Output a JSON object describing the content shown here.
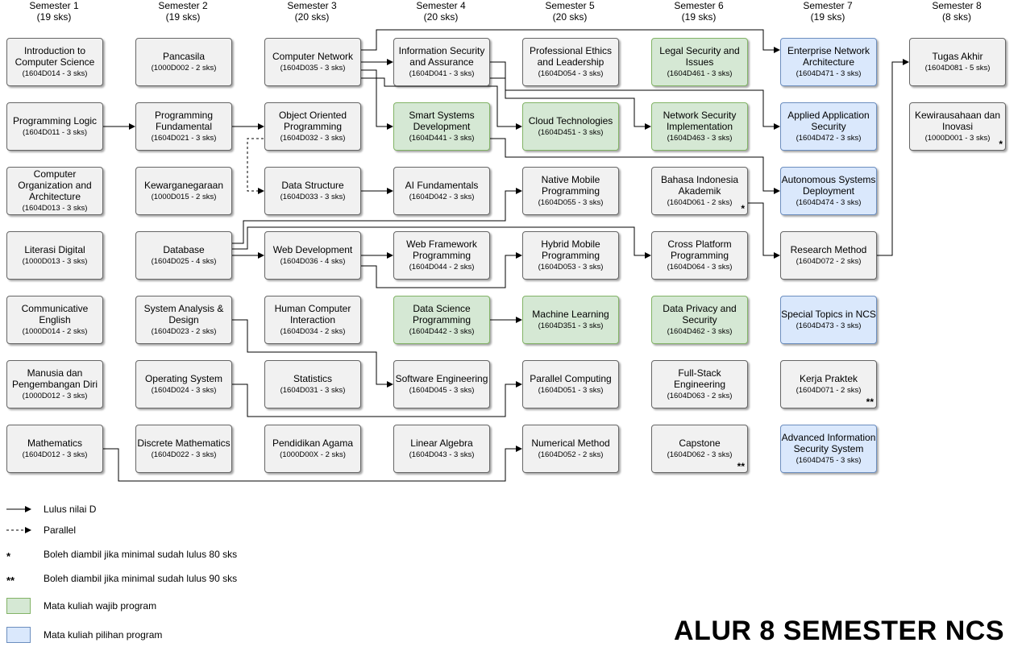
{
  "semesters": [
    {
      "name": "Semester 1",
      "sks": "(19 sks)"
    },
    {
      "name": "Semester 2",
      "sks": "(19 sks)"
    },
    {
      "name": "Semester 3",
      "sks": "(20 sks)"
    },
    {
      "name": "Semester 4",
      "sks": "(20 sks)"
    },
    {
      "name": "Semester 5",
      "sks": "(20 sks)"
    },
    {
      "name": "Semester 6",
      "sks": "(19 sks)"
    },
    {
      "name": "Semester 7",
      "sks": "(19 sks)"
    },
    {
      "name": "Semester 8",
      "sks": "(8 sks)"
    }
  ],
  "courses": [
    {
      "id": "s1r0",
      "name": "Introduction to Computer Science",
      "code": "(1604D014 - 3 sks)",
      "type": "normal",
      "mark": ""
    },
    {
      "id": "s1r1",
      "name": "Programming Logic",
      "code": "(1604D011 - 3 sks)",
      "type": "normal",
      "mark": ""
    },
    {
      "id": "s1r2",
      "name": "Computer Organization and Architecture",
      "code": "(1604D013 - 3 sks)",
      "type": "normal",
      "mark": ""
    },
    {
      "id": "s1r3",
      "name": "Literasi Digital",
      "code": "(1000D013 - 3 sks)",
      "type": "normal",
      "mark": ""
    },
    {
      "id": "s1r4",
      "name": "Communicative English",
      "code": "(1000D014 - 2 sks)",
      "type": "normal",
      "mark": ""
    },
    {
      "id": "s1r5",
      "name": "Manusia dan Pengembangan Diri",
      "code": "(1000D012 - 3 sks)",
      "type": "normal",
      "mark": ""
    },
    {
      "id": "s1r6",
      "name": "Mathematics",
      "code": "(1604D012 - 3 sks)",
      "type": "normal",
      "mark": ""
    },
    {
      "id": "s2r0",
      "name": "Pancasila",
      "code": "(1000D002 - 2 sks)",
      "type": "normal",
      "mark": ""
    },
    {
      "id": "s2r1",
      "name": "Programming Fundamental",
      "code": "(1604D021 - 3 sks)",
      "type": "normal",
      "mark": ""
    },
    {
      "id": "s2r2",
      "name": "Kewarganegaraan",
      "code": "(1000D015 - 2 sks)",
      "type": "normal",
      "mark": ""
    },
    {
      "id": "s2r3",
      "name": "Database",
      "code": "(1604D025 - 4 sks)",
      "type": "normal",
      "mark": ""
    },
    {
      "id": "s2r4",
      "name": "System Analysis & Design",
      "code": "(1604D023 - 2 sks)",
      "type": "normal",
      "mark": ""
    },
    {
      "id": "s2r5",
      "name": "Operating System",
      "code": "(1604D024 - 3 sks)",
      "type": "normal",
      "mark": ""
    },
    {
      "id": "s2r6",
      "name": "Discrete Mathematics",
      "code": "(1604D022 - 3 sks)",
      "type": "normal",
      "mark": ""
    },
    {
      "id": "s3r0",
      "name": "Computer Network",
      "code": "(1604D035 - 3 sks)",
      "type": "normal",
      "mark": ""
    },
    {
      "id": "s3r1",
      "name": "Object Oriented Programming",
      "code": "(1604D032 - 3 sks)",
      "type": "normal",
      "mark": ""
    },
    {
      "id": "s3r2",
      "name": "Data Structure",
      "code": "(1604D033 - 3 sks)",
      "type": "normal",
      "mark": ""
    },
    {
      "id": "s3r3",
      "name": "Web Development",
      "code": "(1604D036 - 4 sks)",
      "type": "normal",
      "mark": ""
    },
    {
      "id": "s3r4",
      "name": "Human Computer Interaction",
      "code": "(1604D034 - 2 sks)",
      "type": "normal",
      "mark": ""
    },
    {
      "id": "s3r5",
      "name": "Statistics",
      "code": "(1604D031 - 3 sks)",
      "type": "normal",
      "mark": ""
    },
    {
      "id": "s3r6",
      "name": "Pendidikan Agama",
      "code": "(1000D00X - 2 sks)",
      "type": "normal",
      "mark": ""
    },
    {
      "id": "s4r0",
      "name": "Information Security and Assurance",
      "code": "(1604D041 - 3 sks)",
      "type": "normal",
      "mark": ""
    },
    {
      "id": "s4r1",
      "name": "Smart Systems Development",
      "code": "(1604D441 - 3 sks)",
      "type": "wajib",
      "mark": ""
    },
    {
      "id": "s4r2",
      "name": "AI Fundamentals",
      "code": "(1604D042 - 3 sks)",
      "type": "normal",
      "mark": ""
    },
    {
      "id": "s4r3",
      "name": "Web Framework Programming",
      "code": "(1604D044 - 2 sks)",
      "type": "normal",
      "mark": ""
    },
    {
      "id": "s4r4",
      "name": "Data Science Programming",
      "code": "(1604D442 - 3 sks)",
      "type": "wajib",
      "mark": ""
    },
    {
      "id": "s4r5",
      "name": "Software Engineering",
      "code": "(1604D045 - 3 sks)",
      "type": "normal",
      "mark": ""
    },
    {
      "id": "s4r6",
      "name": "Linear Algebra",
      "code": "(1604D043 - 3 sks)",
      "type": "normal",
      "mark": ""
    },
    {
      "id": "s5r0",
      "name": "Professional Ethics and Leadership",
      "code": "(1604D054 - 3 sks)",
      "type": "normal",
      "mark": ""
    },
    {
      "id": "s5r1",
      "name": "Cloud Technologies",
      "code": "(1604D451 - 3 sks)",
      "type": "wajib",
      "mark": ""
    },
    {
      "id": "s5r2",
      "name": "Native Mobile Programming",
      "code": "(1604D055 - 3 sks)",
      "type": "normal",
      "mark": ""
    },
    {
      "id": "s5r3",
      "name": "Hybrid Mobile Programming",
      "code": "(1604D053 - 3 sks)",
      "type": "normal",
      "mark": ""
    },
    {
      "id": "s5r4",
      "name": "Machine Learning",
      "code": "(1604D351 - 3 sks)",
      "type": "wajib",
      "mark": ""
    },
    {
      "id": "s5r5",
      "name": "Parallel Computing",
      "code": "(1604D051 - 3 sks)",
      "type": "normal",
      "mark": ""
    },
    {
      "id": "s5r6",
      "name": "Numerical Method",
      "code": "(1604D052 - 2 sks)",
      "type": "normal",
      "mark": ""
    },
    {
      "id": "s6r0",
      "name": "Legal Security and Issues",
      "code": "(1604D461 - 3 sks)",
      "type": "wajib",
      "mark": ""
    },
    {
      "id": "s6r1",
      "name": "Network Security Implementation",
      "code": "(1604D463 - 3 sks)",
      "type": "wajib",
      "mark": ""
    },
    {
      "id": "s6r2",
      "name": "Bahasa Indonesia Akademik",
      "code": "(1604D061 - 2 sks)",
      "type": "normal",
      "mark": "*"
    },
    {
      "id": "s6r3",
      "name": "Cross Platform Programming",
      "code": "(1604D064 - 3 sks)",
      "type": "normal",
      "mark": ""
    },
    {
      "id": "s6r4",
      "name": "Data Privacy and Security",
      "code": "(1604D462 - 3 sks)",
      "type": "wajib",
      "mark": ""
    },
    {
      "id": "s6r5",
      "name": "Full-Stack Engineering",
      "code": "(1604D063 - 2 sks)",
      "type": "normal",
      "mark": ""
    },
    {
      "id": "s6r6",
      "name": "Capstone",
      "code": "(1604D062 - 3 sks)",
      "type": "normal",
      "mark": "**"
    },
    {
      "id": "s7r0",
      "name": "Enterprise Network Architecture",
      "code": "(1604D471 - 3 sks)",
      "type": "pilihan",
      "mark": ""
    },
    {
      "id": "s7r1",
      "name": "Applied Application Security",
      "code": "(1604D472 - 3 sks)",
      "type": "pilihan",
      "mark": ""
    },
    {
      "id": "s7r2",
      "name": "Autonomous Systems Deployment",
      "code": "(1604D474 - 3 sks)",
      "type": "pilihan",
      "mark": ""
    },
    {
      "id": "s7r3",
      "name": "Research Method",
      "code": "(1604D072 - 2 sks)",
      "type": "normal",
      "mark": ""
    },
    {
      "id": "s7r4",
      "name": "Special Topics in NCS",
      "code": "(1604D473 - 3 sks)",
      "type": "pilihan",
      "mark": ""
    },
    {
      "id": "s7r5",
      "name": "Kerja Praktek",
      "code": "(1604D071 - 2 sks)",
      "type": "normal",
      "mark": "**"
    },
    {
      "id": "s7r6",
      "name": "Advanced Information Security System",
      "code": "(1604D475 - 3 sks)",
      "type": "pilihan",
      "mark": ""
    },
    {
      "id": "s8r0",
      "name": "Tugas Akhir",
      "code": "(1604D081 - 5 sks)",
      "type": "normal",
      "mark": ""
    },
    {
      "id": "s8r1",
      "name": "Kewirausahaan dan Inovasi",
      "code": "(1000D001 - 3 sks)",
      "type": "normal",
      "mark": "*"
    }
  ],
  "legend": {
    "solid_arrow": "Lulus nilai D",
    "dashed_arrow": "Parallel",
    "single_star_symbol": "*",
    "single_star": "Boleh diambil jika minimal sudah lulus 80 sks",
    "double_star_symbol": "**",
    "double_star": "Boleh diambil jika minimal sudah lulus 90 sks",
    "wajib": "Mata kuliah wajib program",
    "pilihan": "Mata kuliah pilihan program"
  },
  "colors": {
    "default_fill": "#f1f1f1",
    "wajib_fill": "#d5e8d4",
    "pilihan_fill": "#dae8fc"
  },
  "title": "ALUR 8 SEMESTER NCS"
}
